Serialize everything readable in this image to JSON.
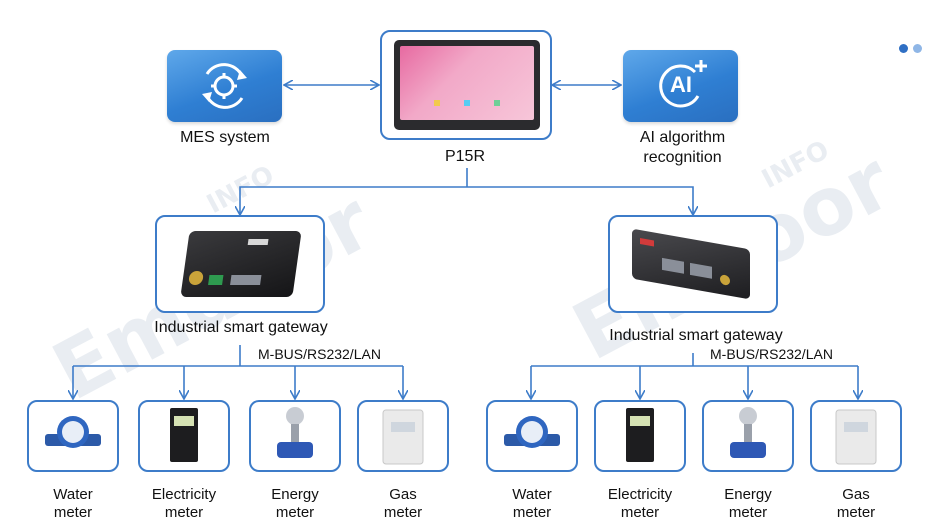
{
  "watermark": {
    "brand": "Emdoor",
    "sub": "INFO"
  },
  "top": {
    "mes_label": "MES system",
    "p15r_label": "P15R",
    "ai_label_line1": "AI algorithm",
    "ai_label_line2": "recognition",
    "ai_icon_text": "AI"
  },
  "gateways": [
    {
      "label": "Industrial smart gateway",
      "protocol": "M-BUS/RS232/LAN"
    },
    {
      "label": "Industrial smart gateway",
      "protocol": "M-BUS/RS232/LAN"
    }
  ],
  "meters_left": [
    {
      "line1": "Water",
      "line2": "meter"
    },
    {
      "line1": "Electricity",
      "line2": "meter"
    },
    {
      "line1": "Energy",
      "line2": "meter"
    },
    {
      "line1": "Gas",
      "line2": "meter"
    }
  ],
  "meters_right": [
    {
      "line1": "Water",
      "line2": "meter"
    },
    {
      "line1": "Electricity",
      "line2": "meter"
    },
    {
      "line1": "Energy",
      "line2": "meter"
    },
    {
      "line1": "Gas",
      "line2": "meter"
    }
  ],
  "colors": {
    "accent": "#3d7cc9",
    "tile": "#2f7fd3",
    "dot1": "#2f6fc4",
    "dot2": "#8fb6e6"
  }
}
